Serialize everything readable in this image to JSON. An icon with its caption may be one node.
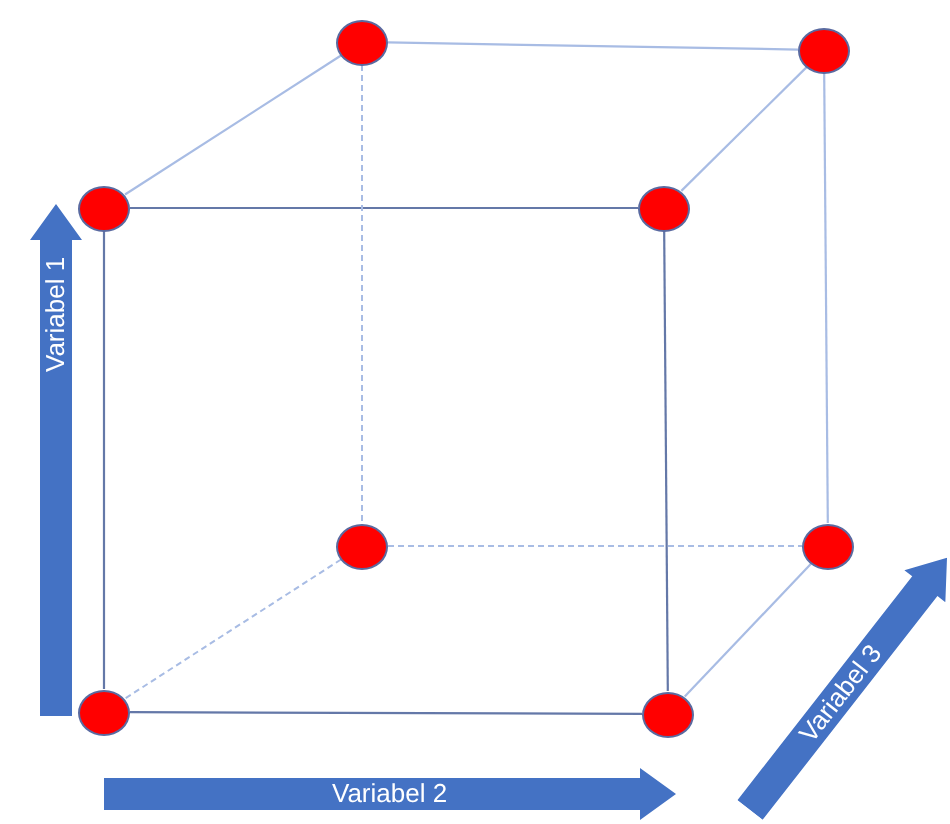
{
  "diagram": {
    "nodes": [
      {
        "text": [],
        "shape": "circle"
      },
      {
        "text": [],
        "shape": "circle"
      },
      {
        "text": [],
        "shape": "circle"
      },
      {
        "text": [],
        "shape": "circle"
      },
      {
        "text": [],
        "shape": "circle"
      },
      {
        "text": [],
        "shape": "circle"
      },
      {
        "text": [],
        "shape": "circle"
      },
      {
        "text": [],
        "shape": "circle"
      }
    ],
    "edges": [
      {
        "from": 0,
        "to": 1,
        "arrow": "none"
      },
      {
        "from": 0,
        "to": 2,
        "arrow": "none"
      },
      {
        "from": 1,
        "to": 3,
        "arrow": "none"
      },
      {
        "from": 1,
        "to": 5,
        "arrow": "none"
      },
      {
        "from": 2,
        "to": 3,
        "arrow": "none",
        "color": "#6478a8"
      },
      {
        "from": 2,
        "to": 6,
        "arrow": "none",
        "color": "#6478a8"
      },
      {
        "from": 3,
        "to": 7,
        "arrow": "none",
        "color": "#6478a8"
      },
      {
        "from": 6,
        "to": 7,
        "arrow": "none",
        "color": "#6478a8"
      },
      {
        "from": 5,
        "to": 7,
        "arrow": "none"
      },
      {
        "from": 0,
        "to": 4,
        "arrow": "none",
        "style": "dashed"
      },
      {
        "from": 4,
        "to": 5,
        "arrow": "none",
        "style": "dashed"
      },
      {
        "from": 4,
        "to": 6,
        "arrow": "none",
        "style": "dashed"
      }
    ],
    "labels": [
      "Variabel 1",
      "Variabel 2",
      "Variabel 3"
    ]
  }
}
